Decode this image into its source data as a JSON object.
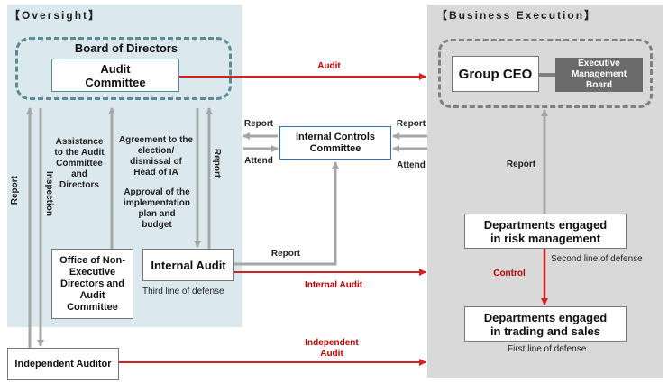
{
  "oversight": {
    "title": "【Oversight】",
    "board_of_directors": "Board of Directors",
    "audit_committee": "Audit\nCommittee",
    "office_box": "Office of Non-\nExecutive\nDirectors and\nAudit\nCommittee",
    "internal_audit": "Internal Audit",
    "third_line": "Third line of defense",
    "assistance_label": "Assistance\nto the Audit\nCommittee\nand\nDirectors",
    "agreement_label": "Agreement to the\nelection/\ndismissal of\nHead of IA",
    "approval_label": "Approval of the\nimplementation\nplan and\nbudget",
    "report_vertical_left": "Report",
    "inspection_vertical": "Inspection",
    "report_vertical_ia": "Report"
  },
  "business": {
    "title": "【Business Execution】",
    "group_ceo": "Group CEO",
    "exec_board": "Executive\nManagement\nBoard",
    "risk_mgmt": "Departments engaged\nin risk management",
    "second_line": "Second line of defense",
    "trading": "Departments engaged\nin trading and sales",
    "first_line": "First line of defense",
    "report_label": "Report",
    "control_label": "Control"
  },
  "middle": {
    "internal_controls": "Internal Controls\nCommittee",
    "report_left": "Report",
    "attend_left": "Attend",
    "report_right": "Report",
    "attend_right": "Attend",
    "audit_label": "Audit",
    "ia_report_label": "Report",
    "internal_audit_label": "Internal Audit",
    "independent_audit_label": "Independent\nAudit"
  },
  "independent_auditor": "Independent Auditor",
  "colors": {
    "red": "#d62020",
    "gray": "#a6a6a6",
    "teal": "#5a8a95",
    "blue": "#2e75b6"
  }
}
